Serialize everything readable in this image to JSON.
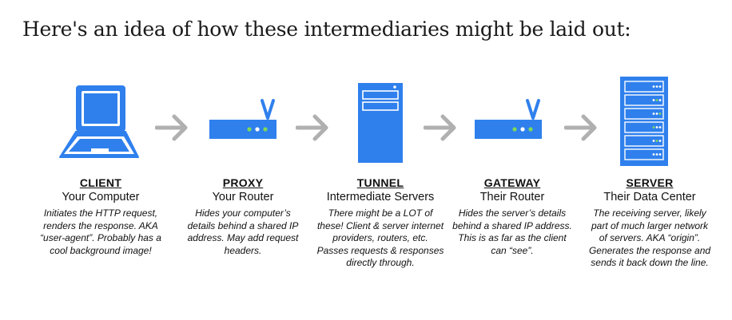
{
  "heading": "Here's an idea of how these intermediaries might be laid out:",
  "colors": {
    "accent": "#2f80ed",
    "arrow": "#b0b0b0",
    "led_green": "#7ed957",
    "led_white": "#ffffff"
  },
  "nodes": [
    {
      "icon": "laptop-icon",
      "title": "CLIENT",
      "subtitle": "Your Computer",
      "description": "Initiates the HTTP request, renders the response. AKA “user-agent”. Probably has a cool background image!"
    },
    {
      "icon": "router-icon",
      "title": "PROXY",
      "subtitle": "Your Router",
      "description": "Hides your computer’s details behind a shared IP address. May add request headers."
    },
    {
      "icon": "server-tower-icon",
      "title": "TUNNEL",
      "subtitle": "Intermediate Servers",
      "description": "There might be a LOT of these! Client & server internet providers, routers, etc. Passes requests & responses directly through."
    },
    {
      "icon": "router-icon",
      "title": "GATEWAY",
      "subtitle": "Their Router",
      "description": "Hides the server’s details behind a shared IP address. This is as far as the client can “see”."
    },
    {
      "icon": "server-rack-icon",
      "title": "SERVER",
      "subtitle": "Their Data Center",
      "description": "The receiving server, likely part of much larger network of servers. AKA “origin”. Generates the response and sends it back down the line."
    }
  ]
}
